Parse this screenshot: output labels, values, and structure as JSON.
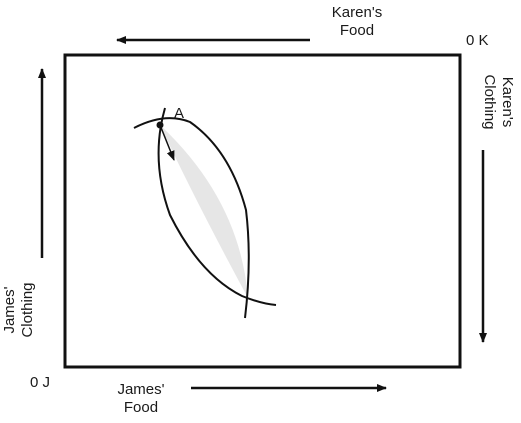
{
  "diagram": {
    "point_label": "A",
    "origin_karen": "0 K",
    "origin_james": "0 J",
    "karen_food": [
      "Karen's",
      "Food"
    ],
    "karen_clothing": [
      "Karen's",
      "Clothing"
    ],
    "james_food": [
      "James'",
      "Food"
    ],
    "james_clothing": [
      "James'",
      "Clothing"
    ],
    "colors": {
      "line": "#111111",
      "lens_fill": "#e6e6e6",
      "background": "#ffffff"
    }
  }
}
